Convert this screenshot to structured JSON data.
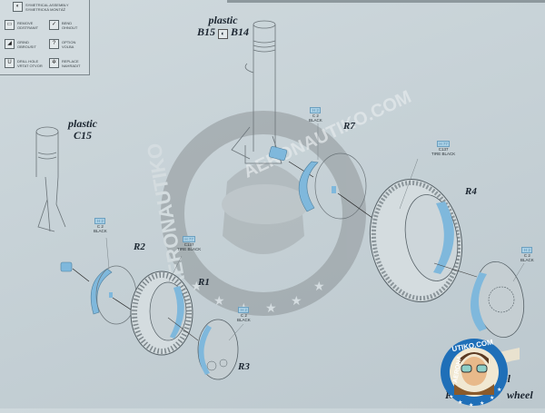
{
  "legend": {
    "items": [
      {
        "icon": "symmetry-icon",
        "glyph": "◐",
        "label_en": "SYMETRICAL ASSEMBLY",
        "label_cz": "SYMETRICKÁ MONTÁŽ"
      },
      {
        "icon": "remove-icon",
        "glyph": "▭",
        "label_en": "REMOVE",
        "label_cz": "ODSTRANIT"
      },
      {
        "icon": "bend-icon",
        "glyph": "✓",
        "label_en": "BEND",
        "label_cz": "OHNOUT"
      },
      {
        "icon": "grind-icon",
        "glyph": "◢",
        "label_en": "GRIND",
        "label_cz": "OBROUSIT"
      },
      {
        "icon": "option-icon",
        "glyph": "?",
        "label_en": "OPTION",
        "label_cz": "VOLBA"
      },
      {
        "icon": "drill-hole-icon",
        "glyph": "U",
        "label_en": "DRILL HOLE",
        "label_cz": "VRTAT OTVOR"
      },
      {
        "icon": "replace-icon",
        "glyph": "✲",
        "label_en": "REPLACE",
        "label_cz": "NAHRADIT"
      }
    ]
  },
  "parts": {
    "strut_center": {
      "material": "plastic",
      "ids": "B15",
      "ids2": "B14"
    },
    "strut_left": {
      "material": "plastic",
      "ids": "C15"
    }
  },
  "resin_labels": {
    "r1": "R1",
    "r2": "R2",
    "r3": "R3",
    "r4": "R4",
    "r7": "R7"
  },
  "paint_callouts": [
    {
      "id": "r7",
      "code": "H 2",
      "name": "C 2",
      "color": "BLACK"
    },
    {
      "id": "r4",
      "code": "H 77",
      "name": "C137",
      "color": "TIRE BLACK"
    },
    {
      "id": "r2",
      "code": "H 2",
      "name": "C 2",
      "color": "BLACK"
    },
    {
      "id": "r1",
      "code": "H 77",
      "name": "C137",
      "color": "TIRE BLACK"
    },
    {
      "id": "r3",
      "code": "H 2",
      "name": "C 2",
      "color": "BLACK"
    },
    {
      "id": "r4hub",
      "code": "H 2",
      "name": "C 2",
      "color": "BLACK"
    }
  ],
  "captions": {
    "wheel1": "eel",
    "wheel2": "R",
    "wheel3": "wheel"
  },
  "watermark": {
    "text": "AERONAUTIKO.COM",
    "badge_text": "AERONAUTIKO.COM"
  },
  "colors": {
    "paper": "#c9d3d8",
    "highlight_blue": "#7fb8dc",
    "line": "#5d666b",
    "watermark_gray": "#8f9699",
    "badge_blue": "#1f6fb8"
  }
}
